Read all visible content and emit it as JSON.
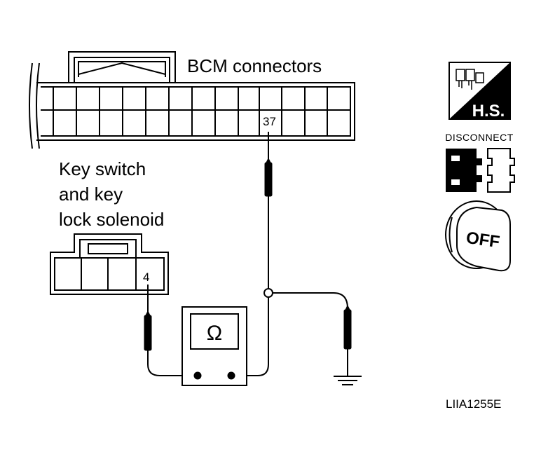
{
  "bcm_label": "BCM connectors",
  "bcm_pin": "37",
  "key_switch_label": {
    "line1": "Key switch",
    "line2": "and key",
    "line3": "lock solenoid"
  },
  "key_switch_pin": "4",
  "meter_symbol": "Ω",
  "icons": {
    "hs_label": "H.S.",
    "disconnect_label": "DISCONNECT",
    "off_label": "OFF"
  },
  "figure_code": "LIIA1255E"
}
